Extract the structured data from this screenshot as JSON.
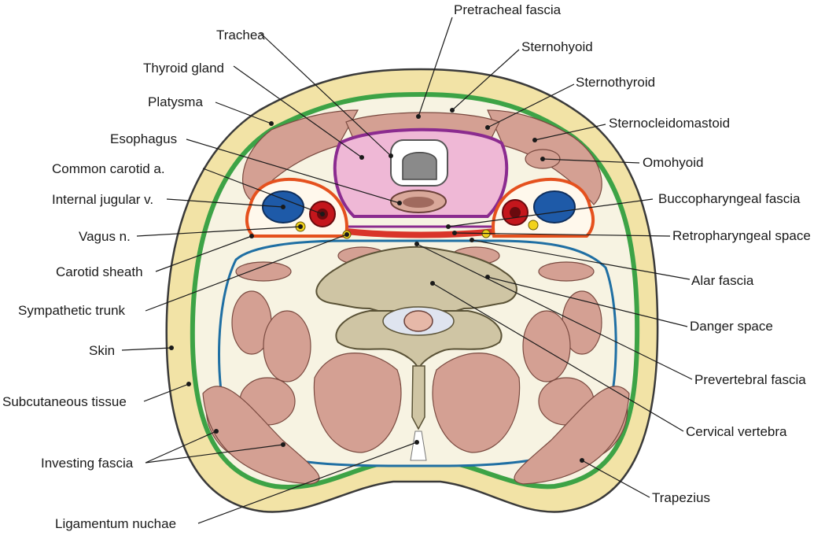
{
  "figure": "Cross section of the neck showing fascial layers",
  "colors": {
    "skin": "#f2e3a6",
    "muscle": "#d4a093",
    "investing_fascia": "#3da346",
    "pretracheal_fascia": "#8b2b8f",
    "prevertebral_fascia": "#1f6fa3",
    "carotid_sheath": "#e5511e",
    "thyroid": "#efb8d6",
    "bone": "#cfc5a4",
    "artery": "#c4161c",
    "vein": "#1e5aa8",
    "nerve": "#f2d21c",
    "background_tissue": "#f7f3e2"
  },
  "labels": {
    "pretracheal_fascia": "Pretracheal fascia",
    "trachea": "Trachea",
    "sternohyoid": "Sternohyoid",
    "thyroid_gland": "Thyroid gland",
    "sternothyroid": "Sternothyroid",
    "platysma": "Platysma",
    "sternocleidomastoid": "Sternocleidomastoid",
    "esophagus": "Esophagus",
    "omohyoid": "Omohyoid",
    "common_carotid": "Common carotid a.",
    "internal_jugular": "Internal jugular v.",
    "buccopharyngeal_fascia": "Buccopharyngeal fascia",
    "vagus": "Vagus n.",
    "retropharyngeal_space": "Retropharyngeal space",
    "carotid_sheath": "Carotid sheath",
    "alar_fascia": "Alar fascia",
    "sympathetic_trunk": "Sympathetic trunk",
    "danger_space": "Danger space",
    "skin": "Skin",
    "prevertebral_fascia": "Prevertebral fascia",
    "subcutaneous_tissue": "Subcutaneous tissue",
    "cervical_vertebra": "Cervical vertebra",
    "investing_fascia": "Investing fascia",
    "trapezius": "Trapezius",
    "ligamentum_nuchae": "Ligamentum nuchae"
  }
}
